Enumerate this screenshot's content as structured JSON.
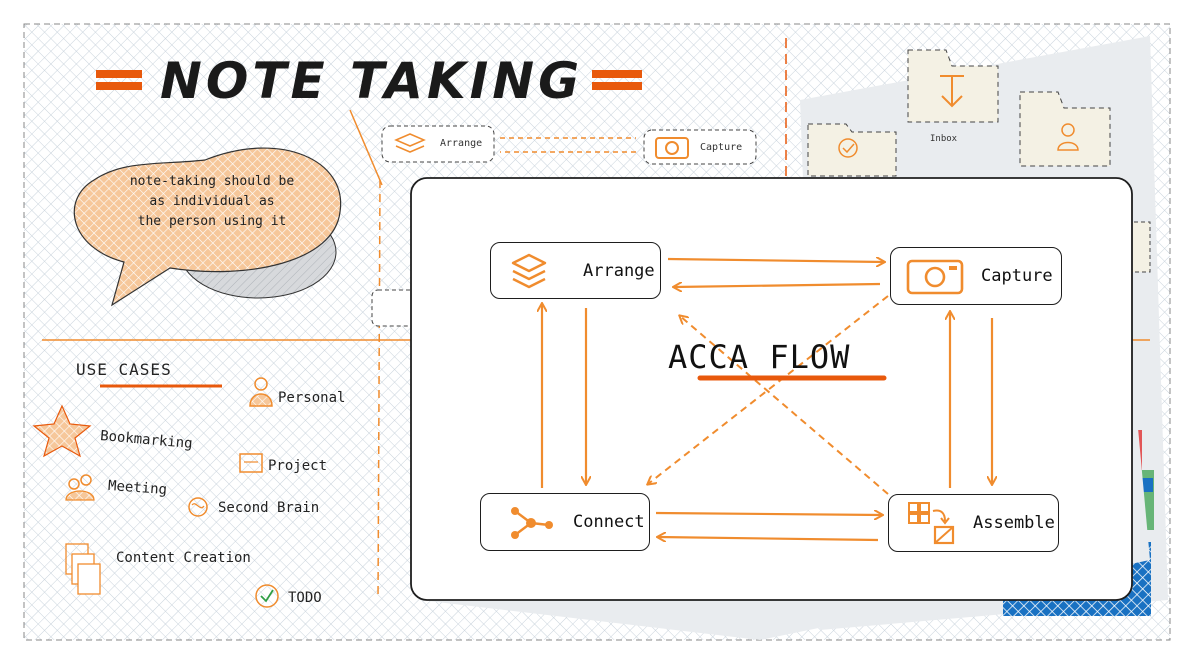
{
  "title": "NOTE TAKING",
  "bubble": {
    "lines": [
      "note-taking should be",
      "as individual as",
      "the person using it"
    ]
  },
  "use_cases": {
    "heading": "USE CASES",
    "items": {
      "personal": "Personal",
      "bookmarking": "Bookmarking",
      "project": "Project",
      "meeting": "Meeting",
      "second_brain": "Second Brain",
      "content_creation": "Content Creation",
      "todo": "TODO"
    }
  },
  "background_flow": {
    "arrange": "Arrange",
    "capture": "Capture"
  },
  "folders": {
    "inbox": "Inbox"
  },
  "flow": {
    "title": "ACCA FLOW",
    "nodes": {
      "arrange": "Arrange",
      "capture": "Capture",
      "connect": "Connect",
      "assemble": "Assemble"
    }
  },
  "colors": {
    "accent": "#f08c2e",
    "accent_dark": "#e8590c",
    "blue": "#1971c2",
    "ink": "#1e1e1e",
    "hatch": "#c9d3dc"
  },
  "icons": {
    "arrange": "layers-icon",
    "capture": "camera-icon",
    "connect": "network-icon",
    "assemble": "blocks-icon",
    "personal": "person-icon",
    "bookmarking": "star-icon",
    "project": "folder-icon",
    "meeting": "people-icon",
    "second_brain": "brain-icon",
    "content_creation": "document-stack-icon",
    "todo": "checklist-icon",
    "inbox": "download-icon"
  }
}
